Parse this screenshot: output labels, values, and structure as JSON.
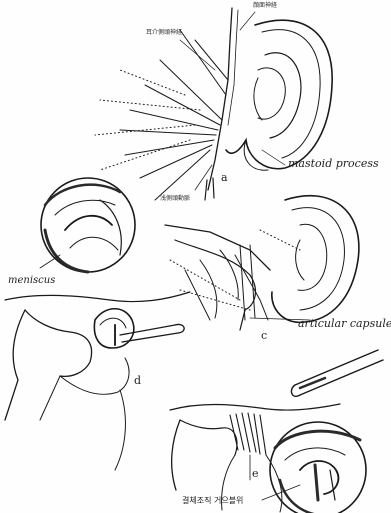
{
  "figure": {
    "labels": {
      "top_small": "顔面神経",
      "top_left_small": "耳介側頭神経",
      "bottom_small": "浅側頭動脈",
      "mastoid": "mastoid process",
      "meniscus": "meniscus",
      "articular": "articular capsule",
      "korean": "결체조직 거으블위"
    },
    "panel_letters": {
      "a": "a",
      "c": "c",
      "d": "d",
      "e": "e"
    }
  },
  "colors": {
    "ink": "#1a1a1a",
    "shade": "#2a2a2a",
    "paper": "#fefefe"
  }
}
